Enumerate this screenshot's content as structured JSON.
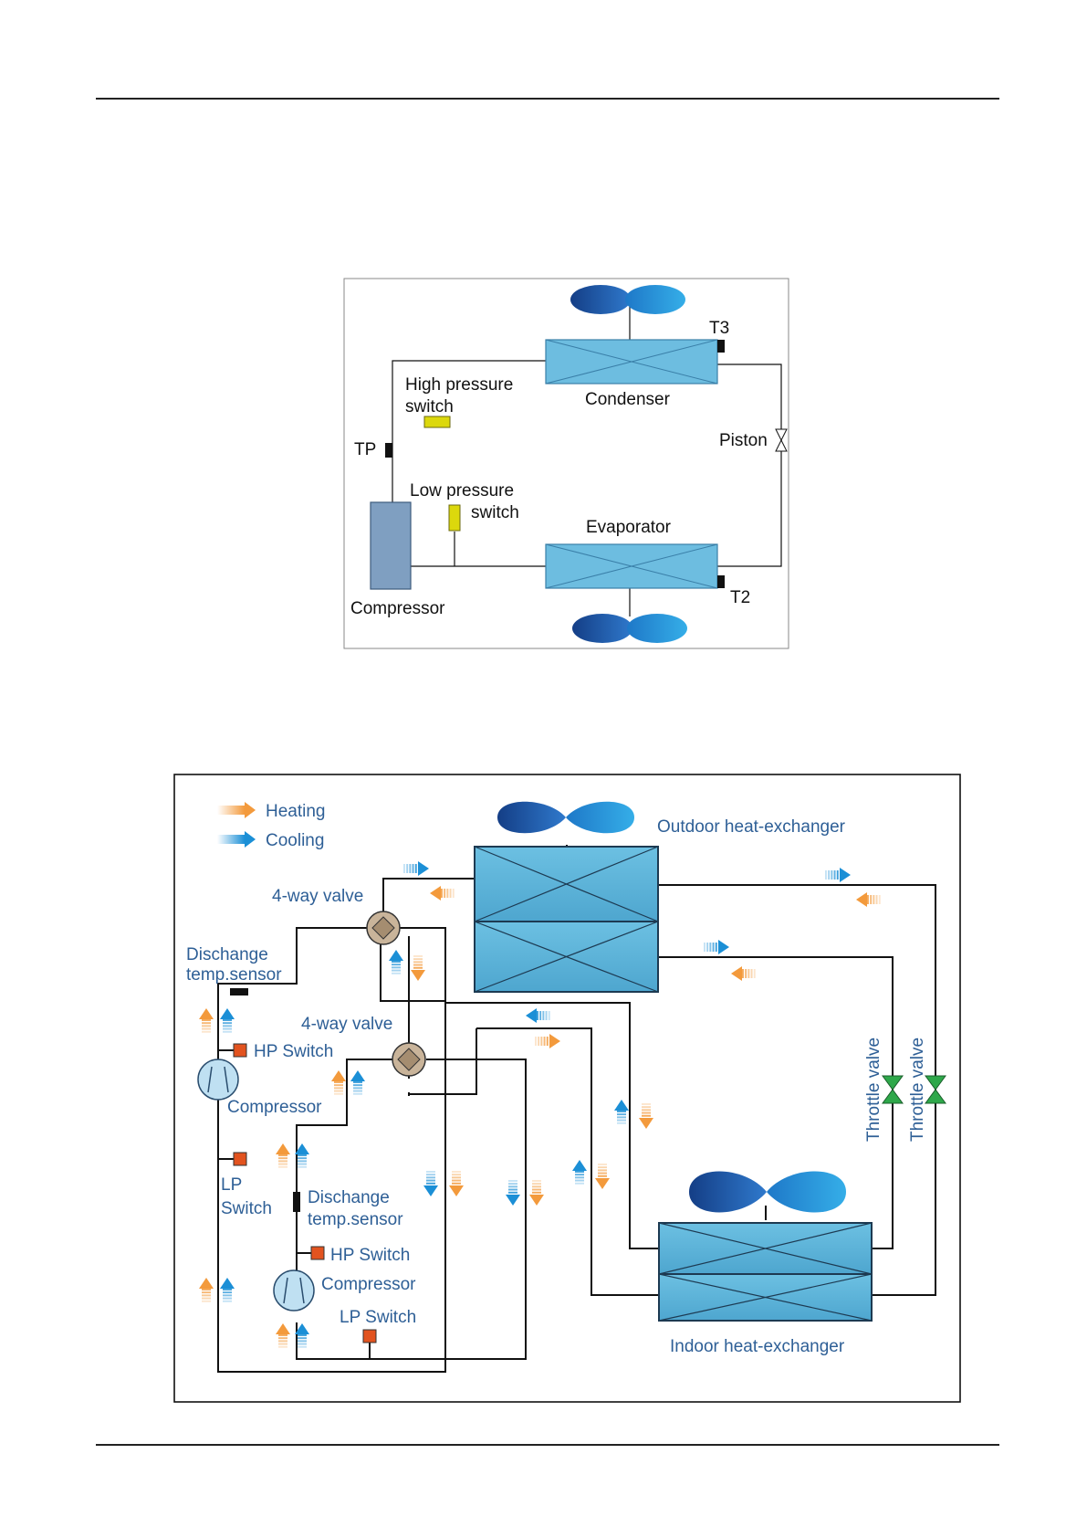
{
  "diagram1": {
    "labels": {
      "t3": "T3",
      "high_pressure_switch_1": "High pressure",
      "high_pressure_switch_2": "switch",
      "condenser": "Condenser",
      "piston": "Piston",
      "tp": "TP",
      "low_pressure_switch_1": "Low pressure",
      "low_pressure_switch_2": "switch",
      "evaporator": "Evaporator",
      "compressor": "Compressor",
      "t2": "T2"
    }
  },
  "diagram2": {
    "legend": {
      "heating": "Heating",
      "cooling": "Cooling"
    },
    "labels": {
      "outdoor_hx": "Outdoor heat-exchanger",
      "indoor_hx": "Indoor heat-exchanger",
      "four_way_valve_top": "4-way valve",
      "four_way_valve_mid": "4-way valve",
      "discharge_sensor_top_1": "Dischange",
      "discharge_sensor_top_2": "temp.sensor",
      "hp_switch_top": "HP Switch",
      "compressor_top": "Compressor",
      "lp_switch_top_1": "LP",
      "lp_switch_top_2": "Switch",
      "discharge_sensor_bottom_1": "Dischange",
      "discharge_sensor_bottom_2": "temp.sensor",
      "hp_switch_bottom": "HP Switch",
      "compressor_bottom": "Compressor",
      "lp_switch_bottom": "LP Switch",
      "throttle_valve_1": "Throttle valve",
      "throttle_valve_2": "Throttle valve"
    }
  },
  "colors": {
    "heat_exchanger": "#5fb3d9",
    "fan_dark": "#1f4f9a",
    "fan_light": "#2c9be0",
    "heating_arrow": "#f39a3c",
    "cooling_arrow": "#1b8fd6",
    "high_pressure_switch": "#dcd80c",
    "compressor_body": "#7f9fc1",
    "valve_body": "#c9b49a",
    "throttle_valve": "#2ea84a",
    "switch_box": "#e2531f",
    "text_blue": "#2e5f96"
  }
}
